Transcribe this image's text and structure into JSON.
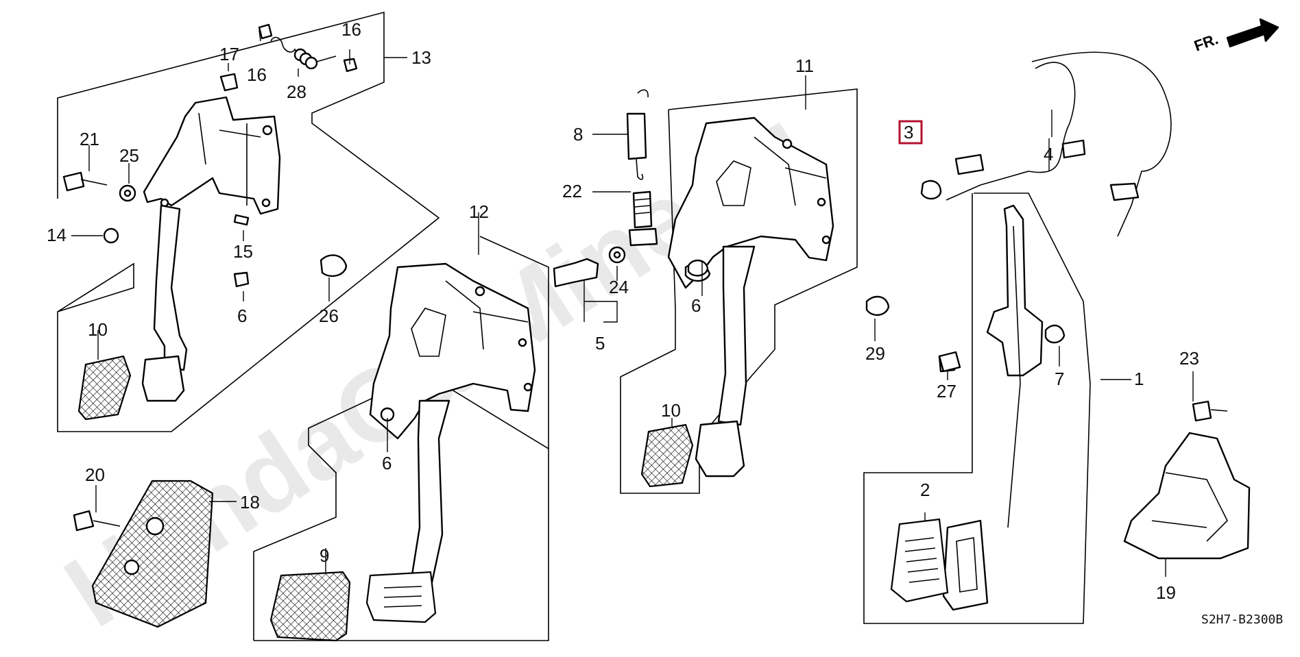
{
  "watermark": "HondaCarMine.ru",
  "diagram_code": "S2H7-B2300B",
  "direction_label": "FR.",
  "highlighted_part": "3",
  "callouts": {
    "c1": "1",
    "c2": "2",
    "c3": "3",
    "c4": "4",
    "c5": "5",
    "c6a": "6",
    "c6b": "6",
    "c6c": "6",
    "c7": "7",
    "c8": "8",
    "c9": "9",
    "c10a": "10",
    "c10b": "10",
    "c11": "11",
    "c12": "12",
    "c13": "13",
    "c14": "14",
    "c15": "15",
    "c16a": "16",
    "c16b": "16",
    "c17": "17",
    "c18": "18",
    "c19": "19",
    "c20": "20",
    "c21": "21",
    "c22": "22",
    "c23": "23",
    "c24": "24",
    "c25": "25",
    "c26": "26",
    "c27": "27",
    "c28": "28",
    "c29": "29"
  }
}
